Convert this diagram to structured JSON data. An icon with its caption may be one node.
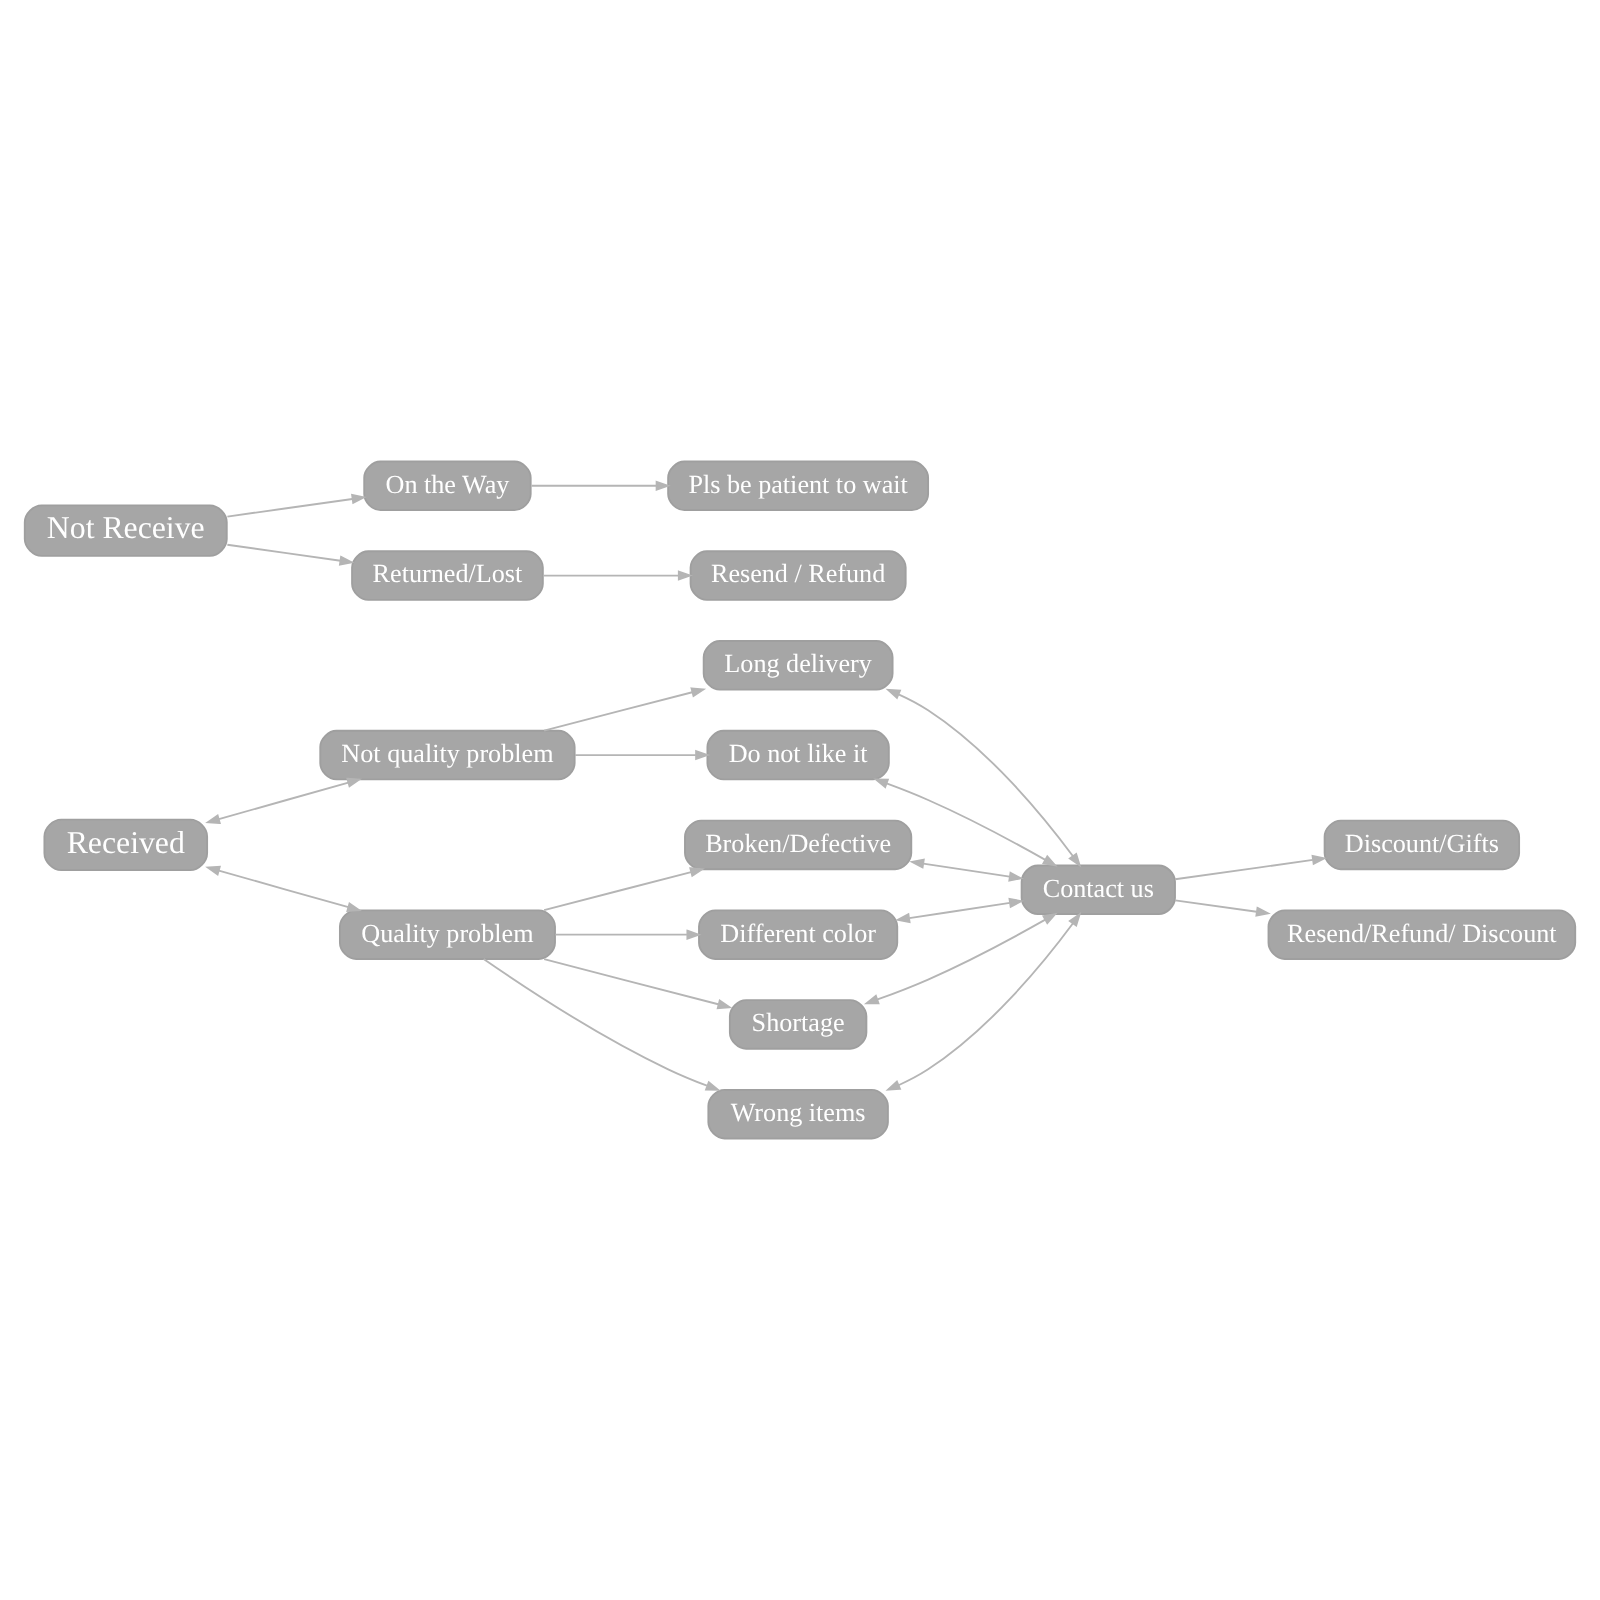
{
  "diagram": {
    "nodes": [
      {
        "text": [
          "Not Receive"
        ]
      },
      {
        "text": [
          "On the Way"
        ]
      },
      {
        "text": [
          "Returned/Lost"
        ]
      },
      {
        "text": [
          "Pls be patient to wait"
        ]
      },
      {
        "text": [
          "Resend / Refund"
        ]
      },
      {
        "text": [
          "Received"
        ]
      },
      {
        "text": [
          "Not quality problem"
        ]
      },
      {
        "text": [
          "Quality problem"
        ]
      },
      {
        "text": [
          "Long delivery"
        ]
      },
      {
        "text": [
          "Do not like it"
        ]
      },
      {
        "text": [
          "Broken/Defective"
        ]
      },
      {
        "text": [
          "Different color"
        ]
      },
      {
        "text": [
          "Shortage"
        ]
      },
      {
        "text": [
          "Wrong items"
        ]
      },
      {
        "text": [
          "Contact us"
        ]
      },
      {
        "text": [
          "Discount/Gifts"
        ]
      },
      {
        "text": [
          "Resend/Refund/ Discount"
        ]
      }
    ],
    "edges": [
      {
        "from": 0,
        "to": 1,
        "arrow": "to"
      },
      {
        "from": 0,
        "to": 2,
        "arrow": "to"
      },
      {
        "from": 1,
        "to": 3,
        "arrow": "to"
      },
      {
        "from": 2,
        "to": 4,
        "arrow": "to"
      },
      {
        "from": 5,
        "to": 6,
        "arrow": "both"
      },
      {
        "from": 5,
        "to": 7,
        "arrow": "both"
      },
      {
        "from": 6,
        "to": 8,
        "arrow": "to"
      },
      {
        "from": 6,
        "to": 9,
        "arrow": "to"
      },
      {
        "from": 7,
        "to": 10,
        "arrow": "to"
      },
      {
        "from": 7,
        "to": 11,
        "arrow": "to"
      },
      {
        "from": 7,
        "to": 12,
        "arrow": "to"
      },
      {
        "from": 7,
        "to": 13,
        "arrow": "to"
      },
      {
        "from": 8,
        "to": 14,
        "arrow": "both"
      },
      {
        "from": 9,
        "to": 14,
        "arrow": "both"
      },
      {
        "from": 10,
        "to": 14,
        "arrow": "both"
      },
      {
        "from": 11,
        "to": 14,
        "arrow": "both"
      },
      {
        "from": 12,
        "to": 14,
        "arrow": "both"
      },
      {
        "from": 13,
        "to": 14,
        "arrow": "both"
      },
      {
        "from": 14,
        "to": 15,
        "arrow": "to"
      },
      {
        "from": 14,
        "to": 16,
        "arrow": "to"
      }
    ]
  }
}
